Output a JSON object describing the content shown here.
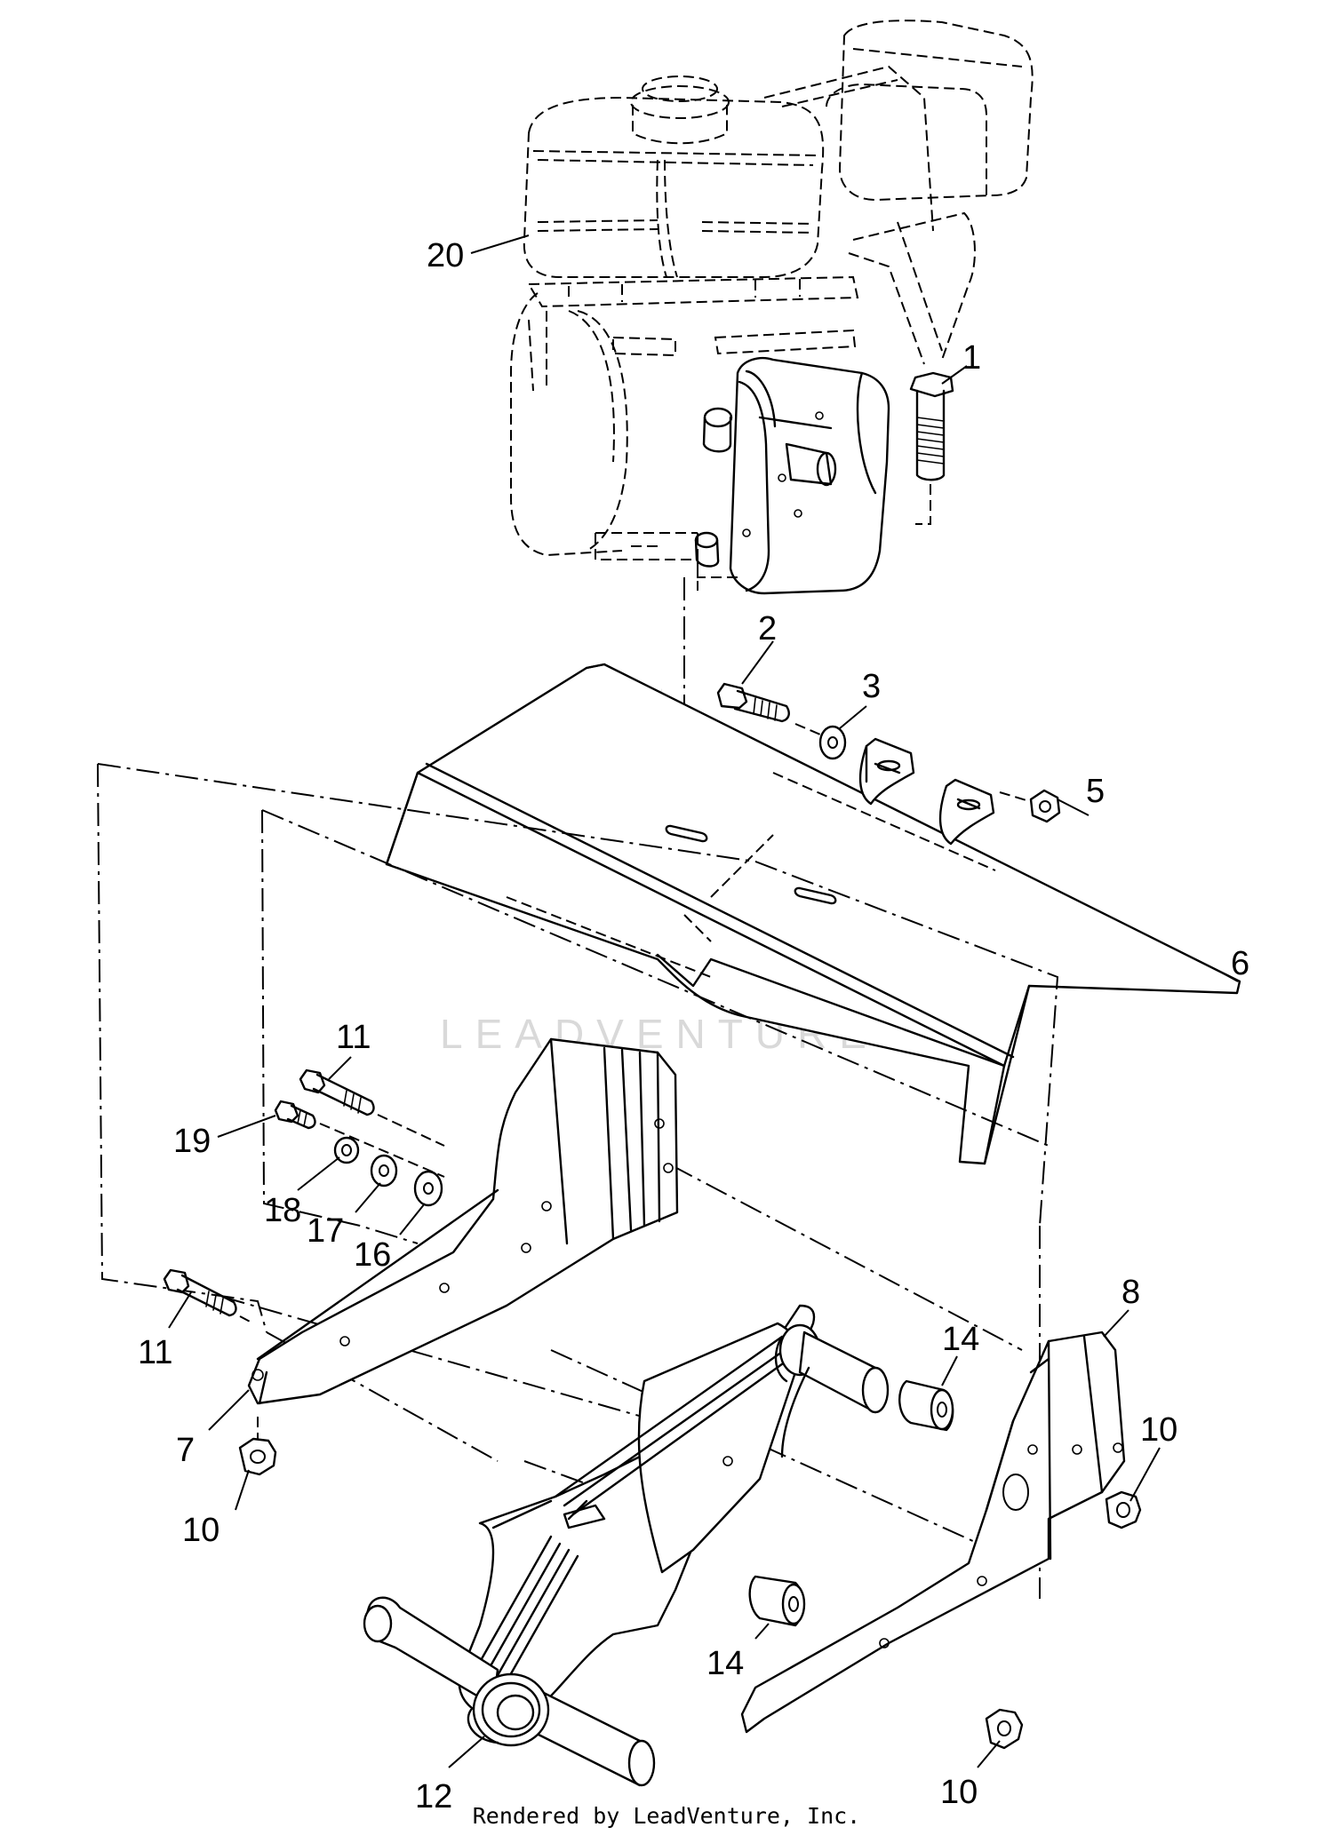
{
  "diagram": {
    "watermark_text": "LEADVENTURE",
    "footer_text": "Rendered by LeadVenture, Inc.",
    "callouts": [
      "20",
      "1",
      "2",
      "3",
      "5",
      "6",
      "11",
      "19",
      "18",
      "17",
      "16",
      "11",
      "7",
      "10",
      "8",
      "14",
      "10",
      "14",
      "10",
      "12"
    ]
  }
}
